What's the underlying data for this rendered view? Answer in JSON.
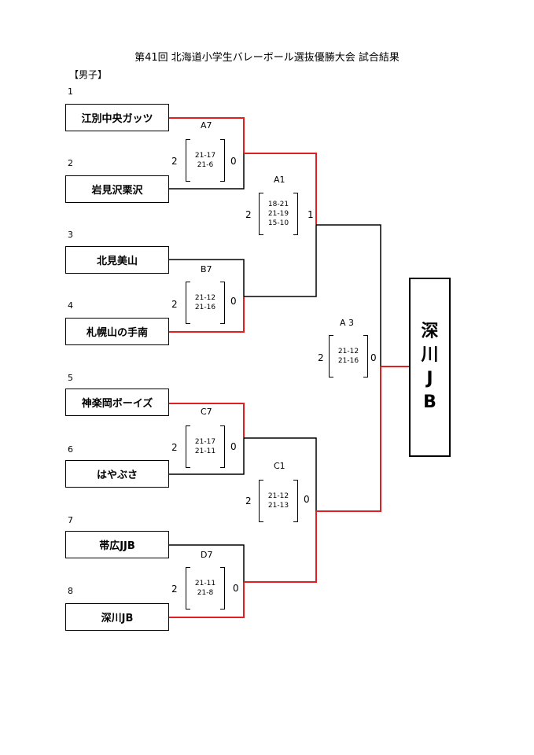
{
  "header": {
    "title": "第41回  北海道小学生バレーボール選抜優勝大会  試合結果",
    "section": "【男子】"
  },
  "teams": [
    {
      "seed": "1",
      "name": "江別中央ガッツ"
    },
    {
      "seed": "2",
      "name": "岩見沢栗沢"
    },
    {
      "seed": "3",
      "name": "北見美山"
    },
    {
      "seed": "4",
      "name": "札幌山の手南"
    },
    {
      "seed": "5",
      "name": "神楽岡ボーイズ"
    },
    {
      "seed": "6",
      "name": "はやぶさ"
    },
    {
      "seed": "7",
      "name": "帯広JJB"
    },
    {
      "seed": "8",
      "name": "深川JB"
    }
  ],
  "matches": {
    "A7": {
      "label": "A7",
      "left_sets": "2",
      "right_sets": "0",
      "scores": [
        "21-17",
        "21-6"
      ]
    },
    "B7": {
      "label": "B7",
      "left_sets": "2",
      "right_sets": "0",
      "scores": [
        "21-12",
        "21-16"
      ]
    },
    "C7": {
      "label": "C7",
      "left_sets": "2",
      "right_sets": "0",
      "scores": [
        "21-17",
        "21-11"
      ]
    },
    "D7": {
      "label": "D7",
      "left_sets": "2",
      "right_sets": "0",
      "scores": [
        "21-11",
        "21-8"
      ]
    },
    "A1": {
      "label": "A1",
      "left_sets": "2",
      "right_sets": "1",
      "scores": [
        "18-21",
        "21-19",
        "15-10"
      ]
    },
    "C1": {
      "label": "C1",
      "left_sets": "2",
      "right_sets": "0",
      "scores": [
        "21-12",
        "21-13"
      ]
    },
    "A3": {
      "label": "A 3",
      "left_sets": "2",
      "right_sets": "0",
      "scores": [
        "21-12",
        "21-16"
      ]
    }
  },
  "champion": {
    "chars": [
      "深",
      "川",
      "J",
      "B"
    ]
  },
  "colors": {
    "win_line": "#e02020",
    "line": "#000000"
  }
}
